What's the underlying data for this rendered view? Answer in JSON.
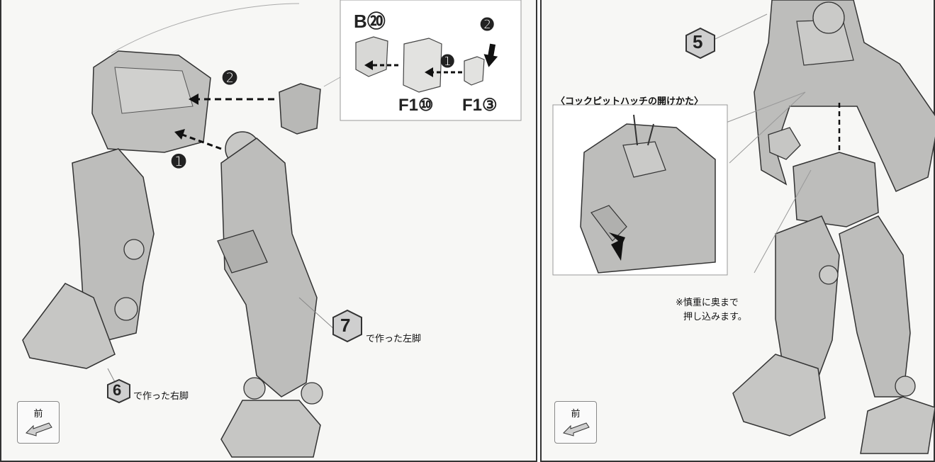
{
  "left_panel": {
    "parts_box": {
      "part_b": "B⑳",
      "part_f1_10": "F1⑩",
      "part_f1_3": "F1③"
    },
    "step_markers": {
      "step1": "➊",
      "step2": "➋"
    },
    "right_leg_note": {
      "step_number": "6",
      "text": "で作った右脚"
    },
    "left_leg_note": {
      "step_number": "7",
      "text": "で作った左脚"
    },
    "front_label": "前"
  },
  "right_panel": {
    "step_badge": "5",
    "inset_title": "〈コックピットハッチの開けかた〉",
    "caution_line1": "※慎重に奥まで",
    "caution_line2": "押し込みます。",
    "front_label": "前"
  },
  "colors": {
    "part_fill": "#bdbdbb",
    "part_shade": "#9a9a98",
    "line": "#333333",
    "badge_fill": "#cfcfcf"
  }
}
